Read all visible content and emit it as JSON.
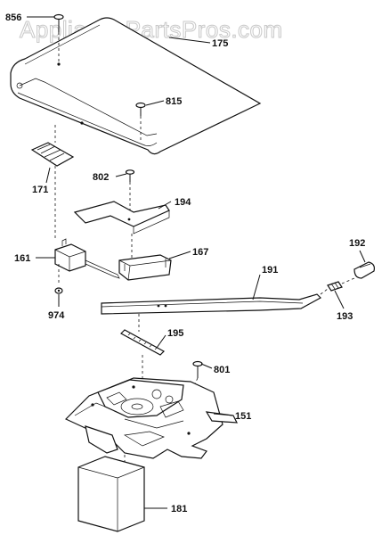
{
  "watermark": "AppliancePartsPros.com",
  "callouts": [
    {
      "id": "856",
      "text": "856"
    },
    {
      "id": "175",
      "text": "175"
    },
    {
      "id": "815",
      "text": "815"
    },
    {
      "id": "171",
      "text": "171"
    },
    {
      "id": "802",
      "text": "802"
    },
    {
      "id": "194",
      "text": "194"
    },
    {
      "id": "161",
      "text": "161"
    },
    {
      "id": "167",
      "text": "167"
    },
    {
      "id": "192",
      "text": "192"
    },
    {
      "id": "191",
      "text": "191"
    },
    {
      "id": "974",
      "text": "974"
    },
    {
      "id": "193",
      "text": "193"
    },
    {
      "id": "195",
      "text": "195"
    },
    {
      "id": "801",
      "text": "801"
    },
    {
      "id": "151",
      "text": "151"
    },
    {
      "id": "181",
      "text": "181"
    }
  ]
}
